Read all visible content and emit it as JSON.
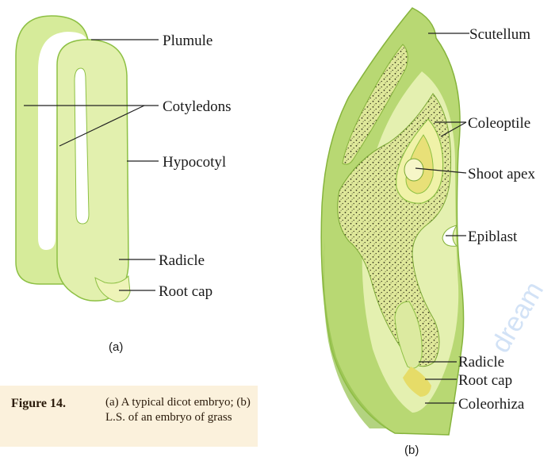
{
  "figure_a": {
    "labels": {
      "plumule": "Plumule",
      "cotyledons": "Cotyledons",
      "hypocotyl": "Hypocotyl",
      "radicle": "Radicle",
      "root_cap": "Root cap"
    },
    "sublabel": "(a)"
  },
  "figure_b": {
    "labels": {
      "scutellum": "Scutellum",
      "coleoptile": "Coleoptile",
      "shoot_apex": "Shoot apex",
      "epiblast": "Epiblast",
      "radicle": "Radicle",
      "root_cap": "Root cap",
      "coleorhiza": "Coleorhiza"
    },
    "sublabel": "(b)"
  },
  "caption": {
    "title": "Figure 14.",
    "text": "(a) A typical dicot embryo; (b) L.S. of an embryo of grass"
  },
  "watermark": "dream",
  "colors": {
    "light_green": "#d8ec9e",
    "mid_green": "#bcdc74",
    "dark_green": "#8dc044",
    "pale_yellow": "#f0f4b4",
    "yellow": "#e8e078",
    "caption_bg": "#fbf1dc"
  }
}
